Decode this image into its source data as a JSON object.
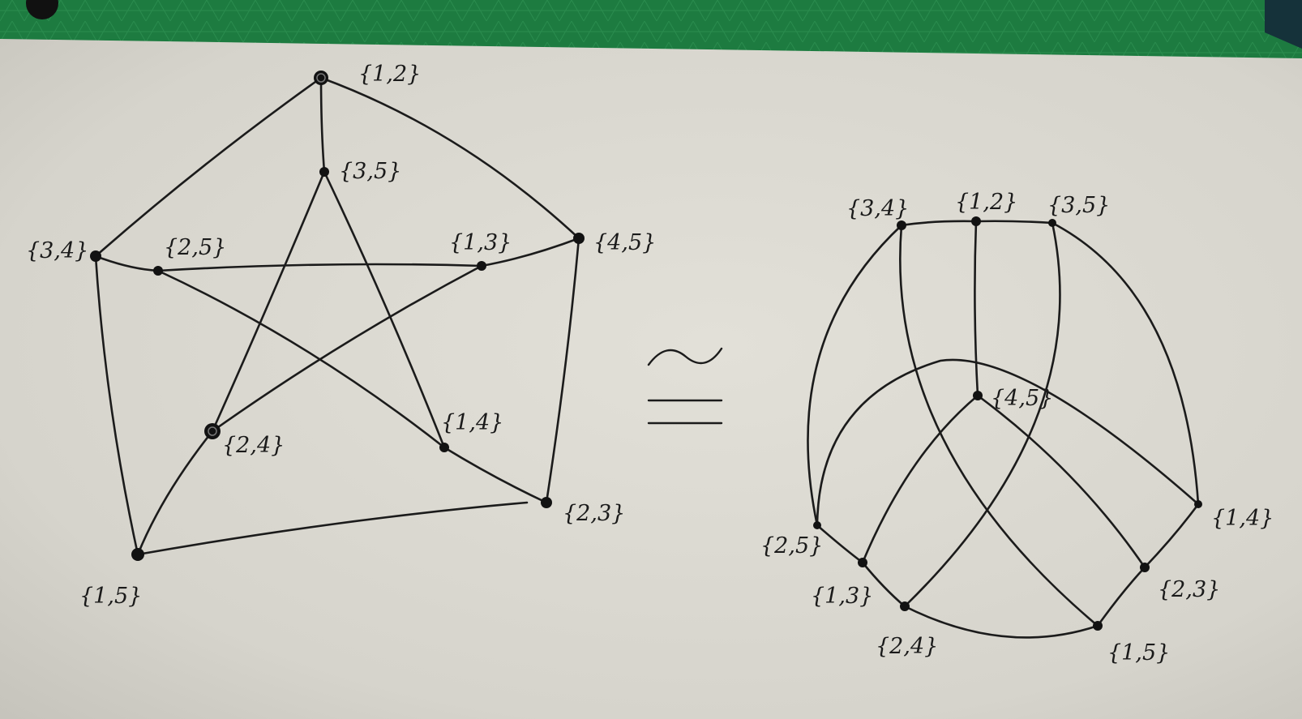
{
  "left_graph": {
    "labels": {
      "v12": "{1,2}",
      "v35": "{3,5}",
      "v34": "{3,4}",
      "v25": "{2,5}",
      "v13": "{1,3}",
      "v45": "{4,5}",
      "v24": "{2,4}",
      "v14": "{1,4}",
      "v23": "{2,3}",
      "v15": "{1,5}"
    }
  },
  "right_graph": {
    "labels": {
      "v34": "{3,4}",
      "v12": "{1,2}",
      "v35": "{3,5}",
      "v45": "{4,5}",
      "v25": "{2,5}",
      "v14": "{1,4}",
      "v13": "{1,3}",
      "v23": "{2,3}",
      "v24": "{2,4}",
      "v15": "{1,5}"
    }
  },
  "colors": {
    "paper": "#dcdad2",
    "ink": "#1b1b1b",
    "mat": "#1c7a3e"
  }
}
